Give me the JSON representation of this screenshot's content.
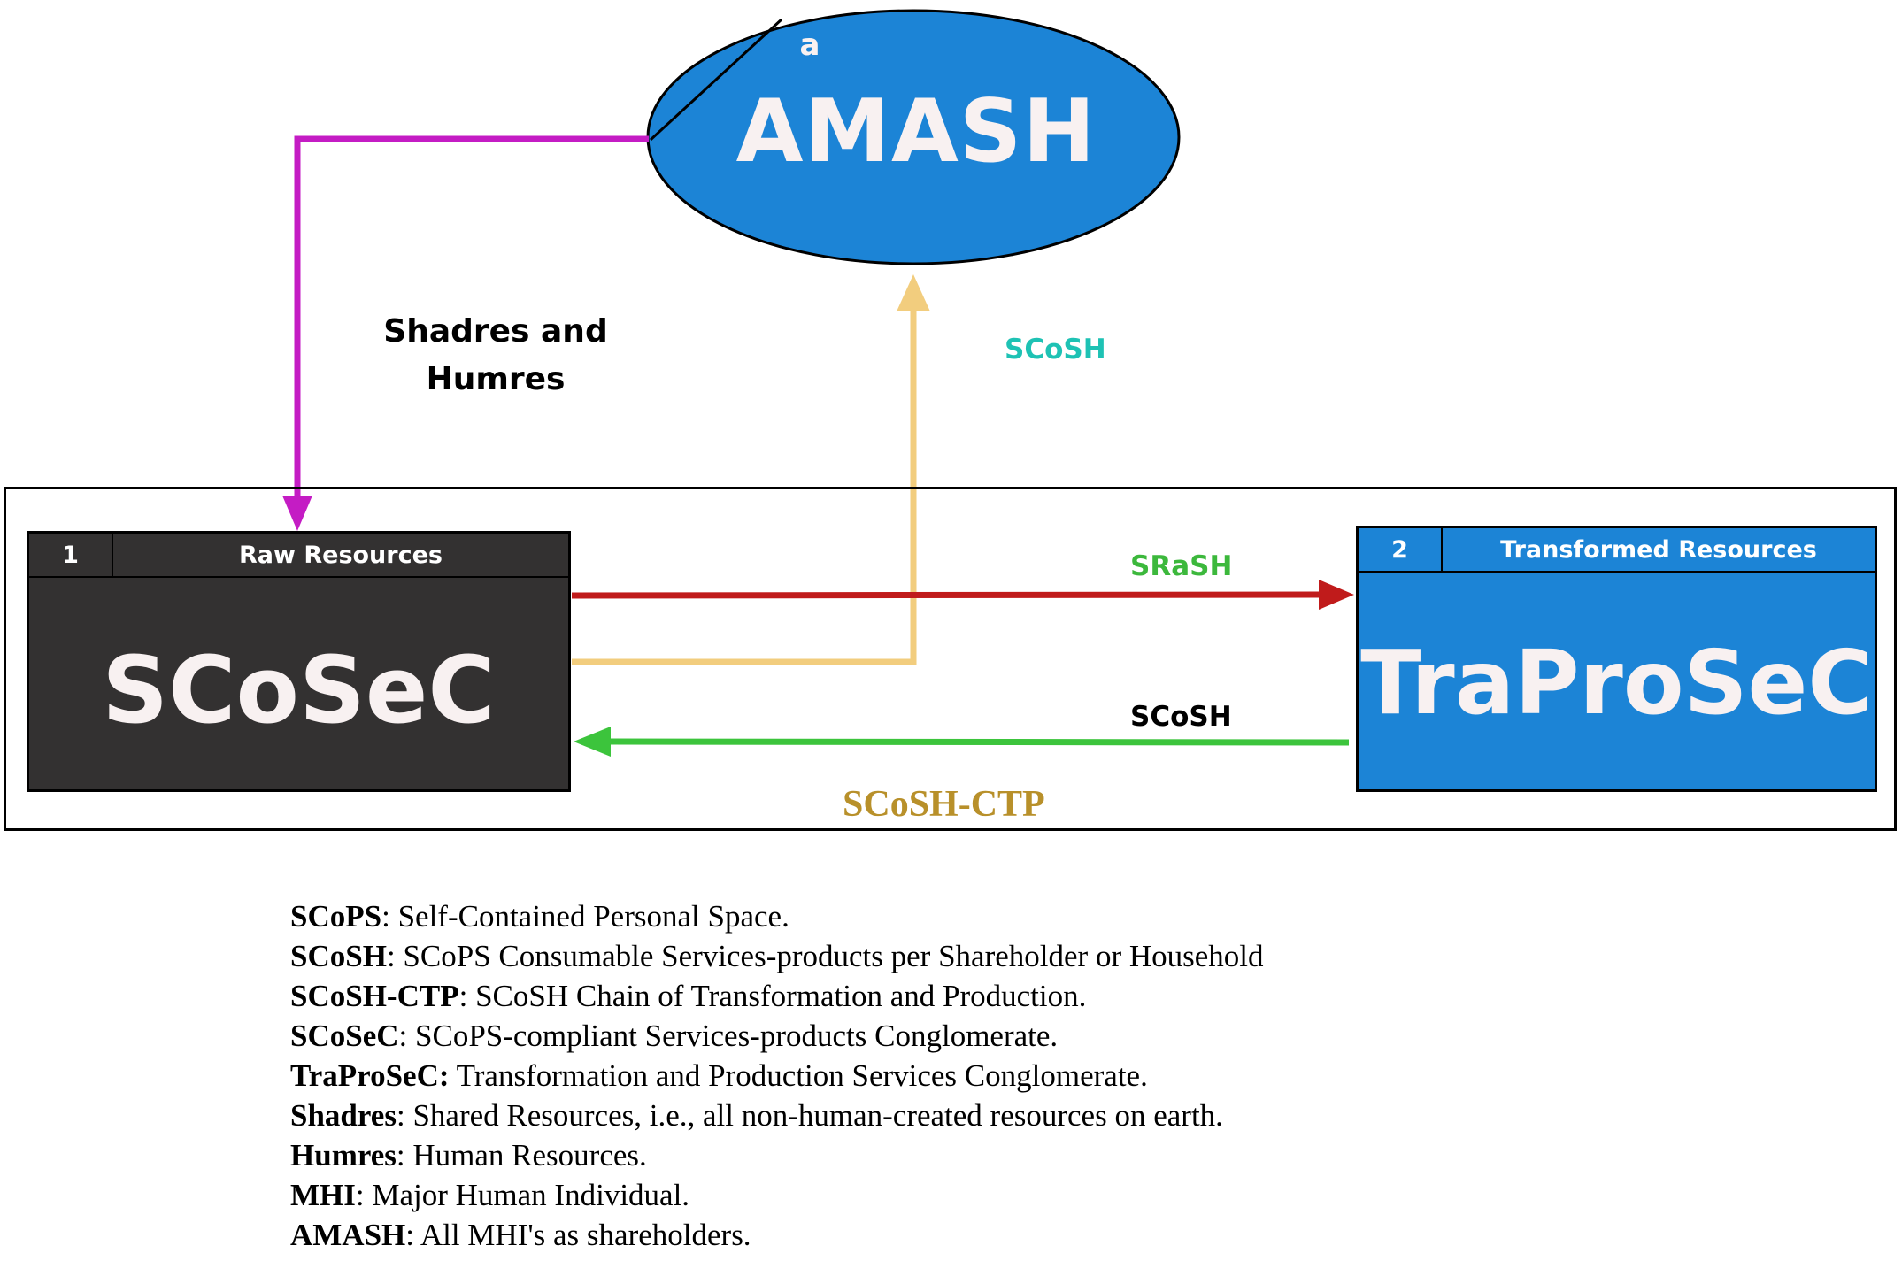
{
  "colors": {
    "ellipse_fill": "#1c84d6",
    "scosec_fill": "#333131",
    "traprosec_fill": "#1c84d6",
    "shadres_link": "#c41cc4",
    "scosh_up_link": "#f2cd7e",
    "srash_link": "#c01b1b",
    "scosh_back_link": "#3cc43c",
    "label_srash": "#3cb83c",
    "label_scosh_teal": "#1ec2b4",
    "label_scosh_ctp": "#b8902a"
  },
  "ellipse": {
    "title": "AMASH",
    "tag": "a"
  },
  "nodes": {
    "scosec": {
      "number": "1",
      "header": "Raw Resources",
      "title": "SCoSeC"
    },
    "traprosec": {
      "number": "2",
      "header": "Transformed Resources",
      "title": "TraProSeC"
    }
  },
  "edge_labels": {
    "shadres_humres_line1": "Shadres and",
    "shadres_humres_line2": "Humres",
    "scosh_up": "SCoSH",
    "srash": "SRaSH",
    "scosh_back": "SCoSH",
    "scosh_ctp": "SCoSH-CTP"
  },
  "legend": [
    {
      "term": "SCoPS",
      "definition": ": Self-Contained Personal Space."
    },
    {
      "term": "SCoSH",
      "definition": ": SCoPS Consumable Services-products per Shareholder or Household"
    },
    {
      "term": "SCoSH-CTP",
      "definition": ": SCoSH Chain of Transformation and Production."
    },
    {
      "term": "SCoSeC",
      "definition": ": SCoPS-compliant Services-products Conglomerate."
    },
    {
      "term": "TraProSeC:",
      "definition": " Transformation and Production Services Conglomerate."
    },
    {
      "term": "Shadres",
      "definition": ": Shared Resources, i.e., all non-human-created resources on earth."
    },
    {
      "term": "Humres",
      "definition": ": Human Resources."
    },
    {
      "term": "MHI",
      "definition": ": Major Human Individual."
    },
    {
      "term": "AMASH",
      "definition": ": All MHI's as shareholders."
    }
  ]
}
